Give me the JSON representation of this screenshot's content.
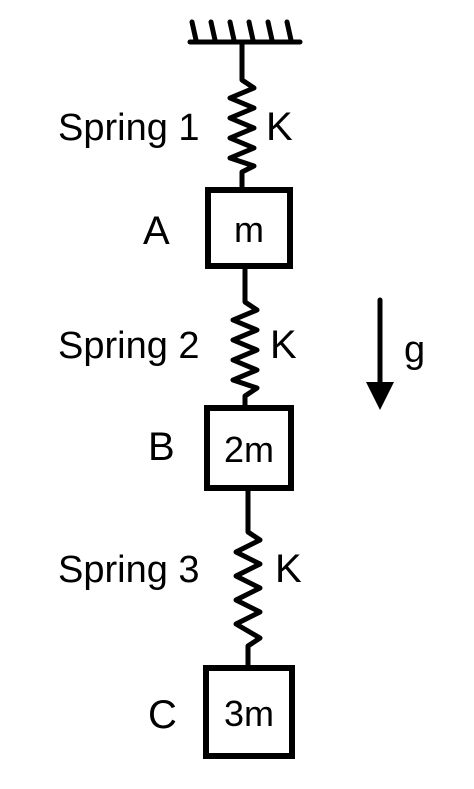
{
  "springs": [
    {
      "label": "Spring 1",
      "constant": "K"
    },
    {
      "label": "Spring 2",
      "constant": "K"
    },
    {
      "label": "Spring 3",
      "constant": "K"
    }
  ],
  "blocks": [
    {
      "label": "A",
      "mass": "m"
    },
    {
      "label": "B",
      "mass": "2m"
    },
    {
      "label": "C",
      "mass": "3m"
    }
  ],
  "gravity": {
    "label": "g",
    "direction": "down"
  },
  "colors": {
    "ink": "#000000",
    "background": "#ffffff"
  }
}
